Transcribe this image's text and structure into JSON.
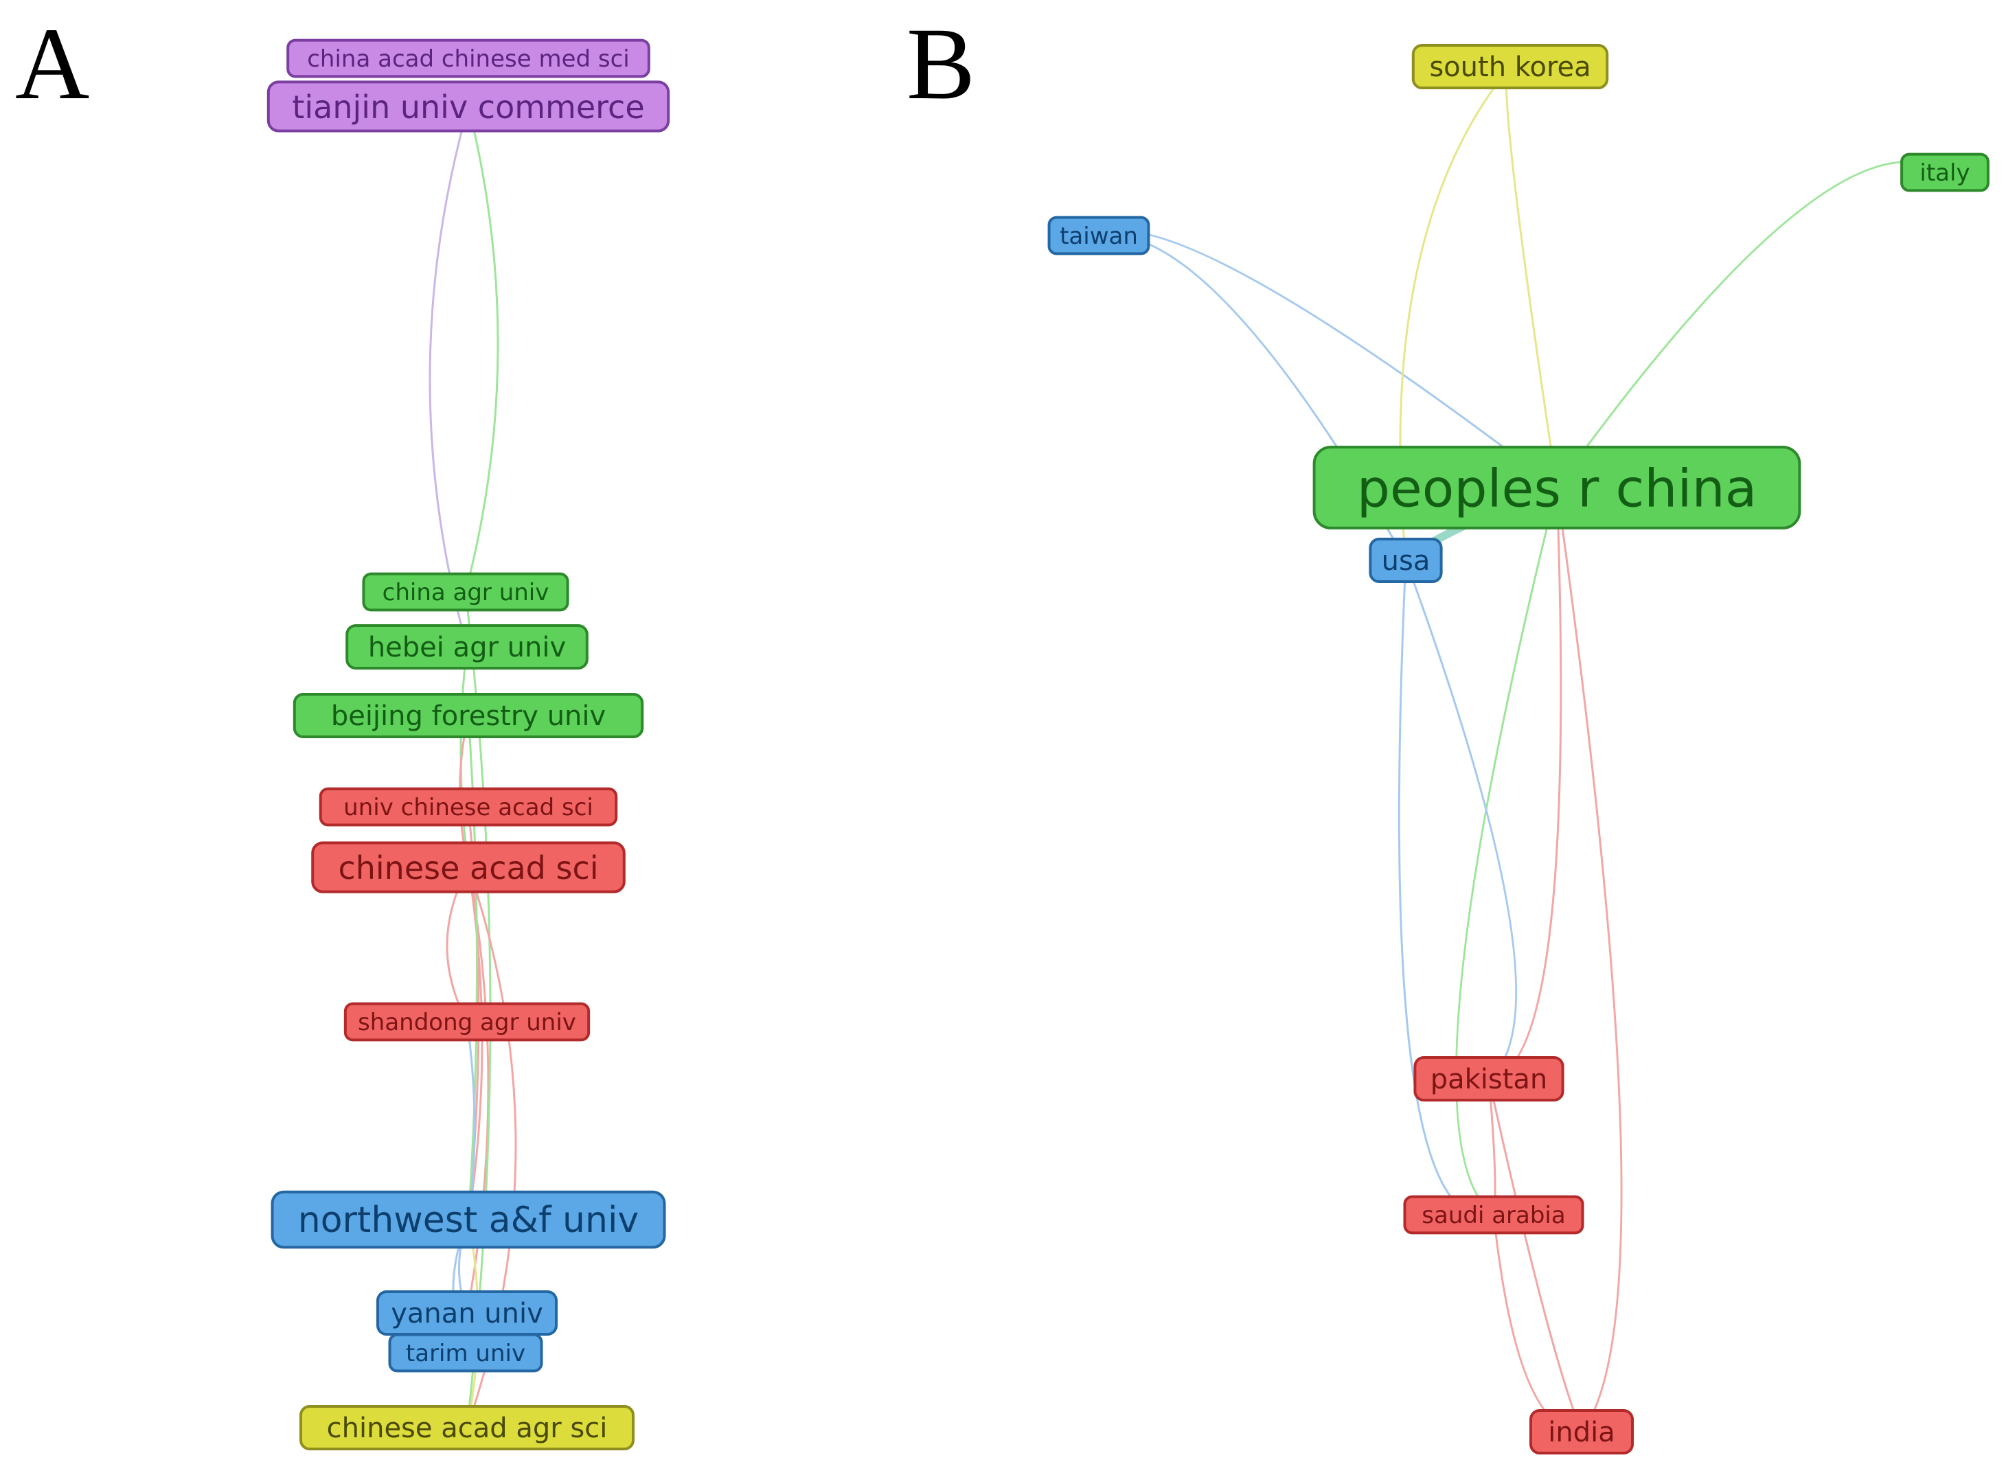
{
  "panels": {
    "a_label": "A",
    "b_label": "B"
  },
  "cluster_colors": {
    "purple": {
      "fill": "#c98ae6",
      "stroke": "#7a3fa0",
      "text": "#5b2480",
      "edge": "#c9b7e6"
    },
    "green": {
      "fill": "#5dd15a",
      "stroke": "#2d8a2b",
      "text": "#135e14",
      "edge": "#9ee59a"
    },
    "red": {
      "fill": "#f06464",
      "stroke": "#b22a2a",
      "text": "#7d1414",
      "edge": "#f3a6a6"
    },
    "blue": {
      "fill": "#5ca8e6",
      "stroke": "#2467a3",
      "text": "#0d3f6e",
      "edge": "#a6c9ef"
    },
    "yellow": {
      "fill": "#dcdc3c",
      "stroke": "#8f8f1f",
      "text": "#4a4a07",
      "edge": "#e6e68c"
    }
  },
  "network_a": {
    "nodes": [
      {
        "id": "cacms",
        "label": "china acad chinese med sci",
        "cluster": "purple",
        "weight": 1
      },
      {
        "id": "tjuc",
        "label": "tianjin univ commerce",
        "cluster": "purple",
        "weight": 3
      },
      {
        "id": "cau",
        "label": "china agr univ",
        "cluster": "green",
        "weight": 1
      },
      {
        "id": "hbau",
        "label": "hebei agr univ",
        "cluster": "green",
        "weight": 2
      },
      {
        "id": "bfu",
        "label": "beijing forestry univ",
        "cluster": "green",
        "weight": 2
      },
      {
        "id": "ucas",
        "label": "univ chinese acad sci",
        "cluster": "red",
        "weight": 1
      },
      {
        "id": "cas",
        "label": "chinese acad sci",
        "cluster": "red",
        "weight": 3
      },
      {
        "id": "sdau",
        "label": "shandong agr univ",
        "cluster": "red",
        "weight": 1
      },
      {
        "id": "nwafu",
        "label": "northwest a&f univ",
        "cluster": "blue",
        "weight": 4
      },
      {
        "id": "yanan",
        "label": "yanan univ",
        "cluster": "blue",
        "weight": 2
      },
      {
        "id": "tarim",
        "label": "tarim univ",
        "cluster": "blue",
        "weight": 1
      },
      {
        "id": "caas",
        "label": "chinese acad agr sci",
        "cluster": "yellow",
        "weight": 2
      }
    ],
    "links": [
      {
        "source": "tjuc",
        "target": "hbau",
        "cluster": "purple"
      },
      {
        "source": "tjuc",
        "target": "cau",
        "cluster": "green"
      },
      {
        "source": "cas",
        "target": "nwafu",
        "cluster": "red"
      },
      {
        "source": "cas",
        "target": "sdau",
        "cluster": "red"
      },
      {
        "source": "cas",
        "target": "yanan",
        "cluster": "red"
      },
      {
        "source": "ucas",
        "target": "nwafu",
        "cluster": "red"
      },
      {
        "source": "bfu",
        "target": "nwafu",
        "cluster": "green"
      },
      {
        "source": "hbau",
        "target": "cas",
        "cluster": "green"
      },
      {
        "source": "cau",
        "target": "caas",
        "cluster": "green"
      },
      {
        "source": "sdau",
        "target": "nwafu",
        "cluster": "blue"
      },
      {
        "source": "nwafu",
        "target": "yanan",
        "cluster": "blue"
      },
      {
        "source": "nwafu",
        "target": "tarim",
        "cluster": "blue"
      },
      {
        "source": "nwafu",
        "target": "caas",
        "cluster": "yellow"
      },
      {
        "source": "cas",
        "target": "caas",
        "cluster": "red"
      },
      {
        "source": "bfu",
        "target": "cas",
        "cluster": "red"
      }
    ]
  },
  "network_b": {
    "nodes": [
      {
        "id": "skorea",
        "label": "south korea",
        "cluster": "yellow",
        "weight": 2
      },
      {
        "id": "italy",
        "label": "italy",
        "cluster": "green",
        "weight": 1
      },
      {
        "id": "taiwan",
        "label": "taiwan",
        "cluster": "blue",
        "weight": 1
      },
      {
        "id": "china",
        "label": "peoples r china",
        "cluster": "green",
        "weight": 6
      },
      {
        "id": "usa",
        "label": "usa",
        "cluster": "blue",
        "weight": 2
      },
      {
        "id": "pakistan",
        "label": "pakistan",
        "cluster": "red",
        "weight": 2
      },
      {
        "id": "saudi",
        "label": "saudi arabia",
        "cluster": "red",
        "weight": 1
      },
      {
        "id": "india",
        "label": "india",
        "cluster": "red",
        "weight": 2
      }
    ],
    "links": [
      {
        "source": "china",
        "target": "skorea",
        "cluster": "yellow"
      },
      {
        "source": "china",
        "target": "italy",
        "cluster": "green"
      },
      {
        "source": "china",
        "target": "taiwan",
        "cluster": "blue"
      },
      {
        "source": "china",
        "target": "usa",
        "cluster": "teal",
        "strength": 4
      },
      {
        "source": "china",
        "target": "pakistan",
        "cluster": "red"
      },
      {
        "source": "china",
        "target": "saudi",
        "cluster": "green"
      },
      {
        "source": "china",
        "target": "india",
        "cluster": "red"
      },
      {
        "source": "usa",
        "target": "taiwan",
        "cluster": "blue"
      },
      {
        "source": "usa",
        "target": "skorea",
        "cluster": "yellow"
      },
      {
        "source": "usa",
        "target": "pakistan",
        "cluster": "blue"
      },
      {
        "source": "usa",
        "target": "saudi",
        "cluster": "blue"
      },
      {
        "source": "pakistan",
        "target": "saudi",
        "cluster": "red"
      },
      {
        "source": "pakistan",
        "target": "india",
        "cluster": "red"
      },
      {
        "source": "saudi",
        "target": "india",
        "cluster": "red"
      }
    ]
  }
}
